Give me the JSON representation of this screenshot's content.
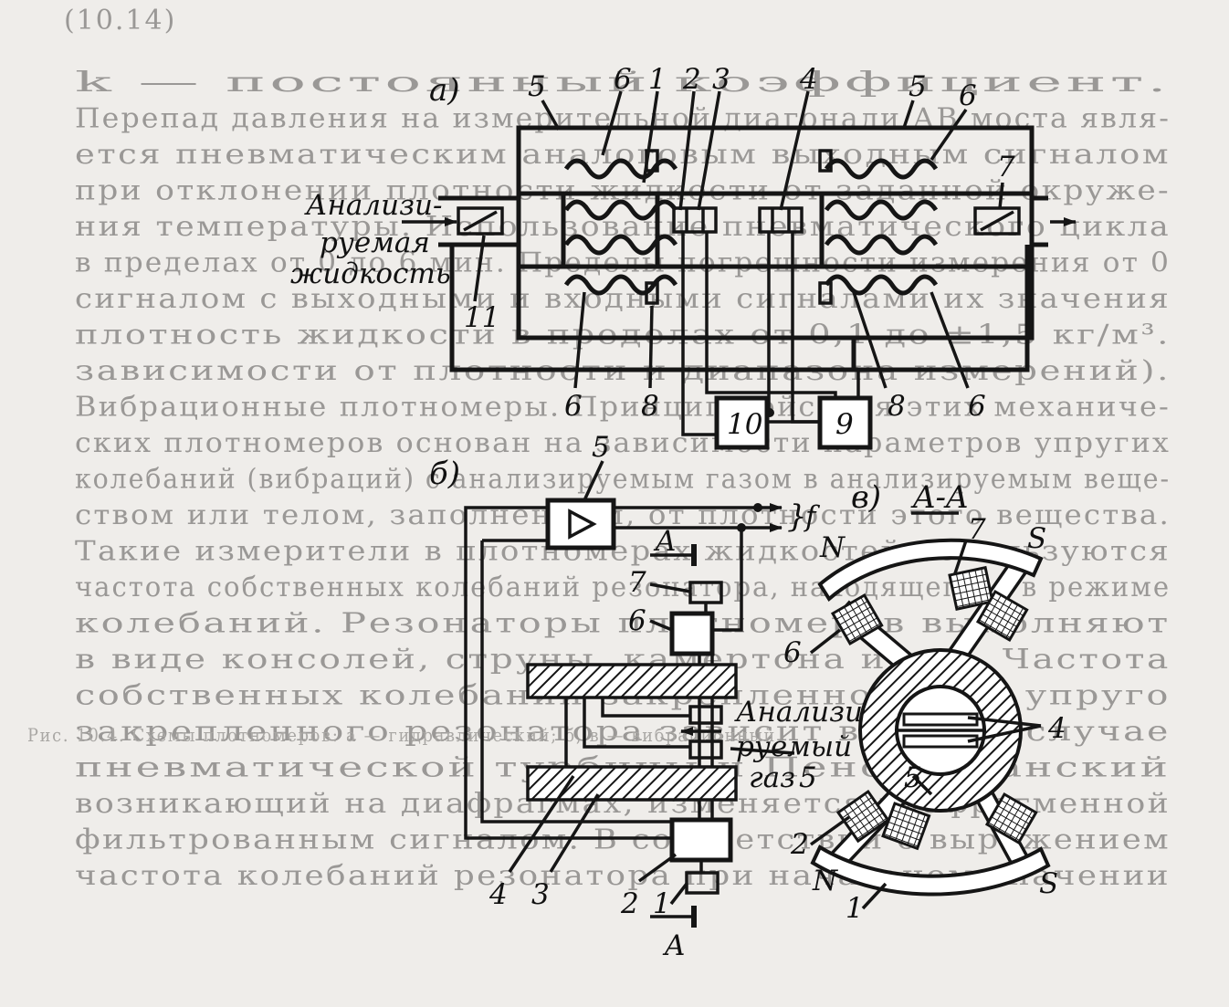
{
  "page": {
    "header_text": "(10.14)",
    "background_lines": [
      "k — постоянный коэффициент.",
      "Перепад давления на измерительной диагонали АВ моста явля-",
      "ется пневматическим аналоговым выходным сигналом",
      "при отклонении плотности жидкости от заданной окруже-",
      "ния температуры. Использование пневматического цикла",
      "в пределах от 0 до 6 мин. Пределы погрешности измерения от 0",
      "сигналом с выходными и входными сигналами их значения",
      "плотность жидкости в пределах от 0,1 до ±1,5 кг/м³.",
      "зависимости от плотности и диапазона измерений).",
      "Вибрационные плотномеры. Принцип действия этих механиче-",
      "ских плотномеров основан на зависимости параметров упругих",
      "колебаний (вибраций) с анализируемым газом в анализируемым веще-",
      "ством или телом, заполненным, от плотности этого вещества.",
      "Такие измерители в плотномерах жидкостей используются",
      "частота собственных колебаний резонатора, находящегося в режиме",
      "колебаний. Резонаторы плотномеров выполняют",
      "в виде консолей, струны, камертона и т. д. Частота",
      "собственных колебаний закрепленного или упруго",
      "закрепленного резонатора зависит в общем случае",
      "пневматической турбины и Пенсильванский",
      "возникающий на диафрагмах, изменяется диафрагменной",
      "фильтрованным сигналом. В соответствии с выражением",
      "частота колебаний резонатора при начальном значении"
    ],
    "caption_text": "Рис. 10.4. Схемы плотномеров: а — гидравлический; б, в — вибрационный"
  },
  "diagrams": {
    "a": {
      "panel_label": "а)",
      "inlet_label_lines": [
        "Анализи-",
        "руемая",
        "жидкость"
      ],
      "part_numbers": [
        "5",
        "6",
        "1",
        "2",
        "3",
        "4",
        "5",
        "6",
        "7",
        "11",
        "6",
        "8",
        "6",
        "8",
        "9",
        "10"
      ]
    },
    "b": {
      "panel_label": "б)",
      "output_label": "f",
      "section_label": "A",
      "gas_label_lines": [
        "Анализи-",
        "руемый",
        "газ"
      ],
      "part_numbers": [
        "5",
        "7",
        "6",
        "4",
        "3",
        "2",
        "1",
        "5"
      ]
    },
    "c": {
      "panel_label": "в)",
      "section_title": "A-A",
      "pole_labels": [
        "N",
        "S",
        "N",
        "S"
      ],
      "part_numbers": [
        "7",
        "6",
        "4",
        "5",
        "2",
        "1"
      ]
    }
  },
  "icons": {
    "amplifier": "triangle-amplifier-icon",
    "arrow": "arrowhead-icon"
  },
  "colors": {
    "ink": "#151515",
    "paper": "#efedea",
    "ghost_text": "#9a9896"
  }
}
